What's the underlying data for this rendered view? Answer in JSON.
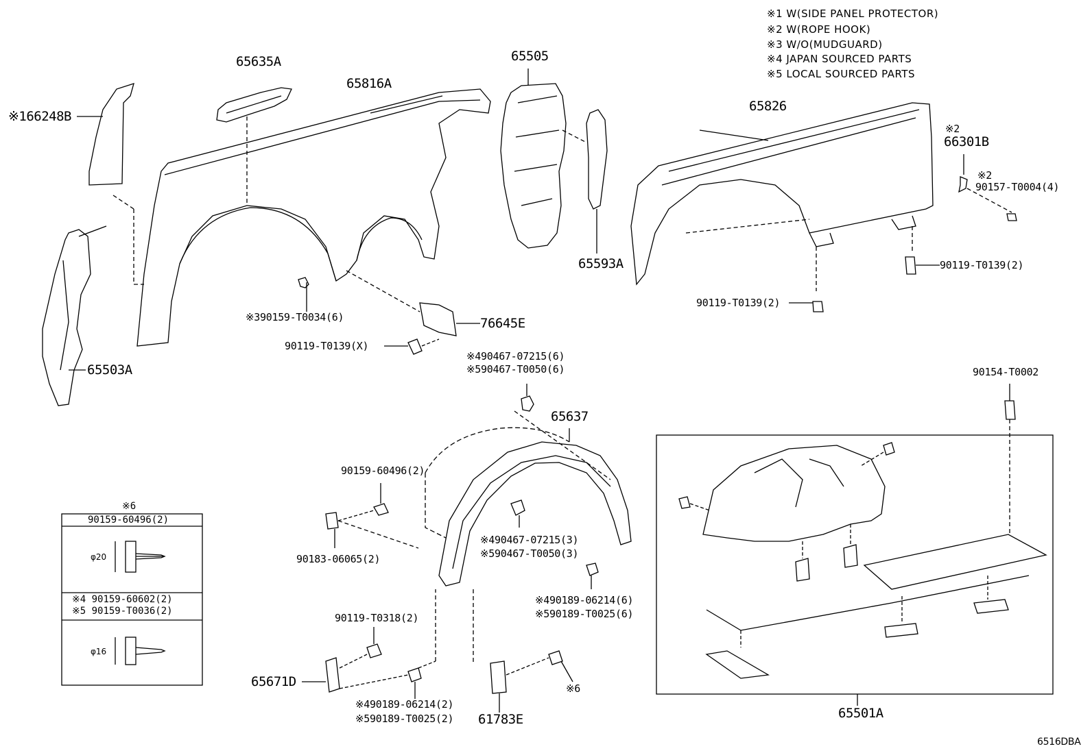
{
  "notes": [
    "※1 W(SIDE PANEL PROTECTOR)",
    "※2 W(ROPE HOOK)",
    "※3 W/O(MUDGUARD)",
    "※4 JAPAN SOURCED PARTS",
    "※5 LOCAL SOURCED PARTS"
  ],
  "labels": {
    "p66248B": "※166248B",
    "p65635A": "65635A",
    "p65816A": "65816A",
    "p65505": "65505",
    "p65826": "65826",
    "p66301B_mark": "※2",
    "p66301B": "66301B",
    "p90157_mark": "※2",
    "p90157": "90157-T0004(4)",
    "p65593A": "65593A",
    "p90119_r": "90119-T0139(2)",
    "p90119_c": "90119-T0139(2)",
    "p90159_T0034": "※390159-T0034(6)",
    "p76645E": "76645E",
    "p90119_x": "90119-T0139(X)",
    "p65503A": "65503A",
    "p90467_a1": "※490467-07215(6)",
    "p90467_a2": "※590467-T0050(6)",
    "p90154": "90154-T0002",
    "p65637": "65637",
    "p90159_60496": "90159-60496(2)",
    "p90467_b1": "※490467-07215(3)",
    "p90467_b2": "※590467-T0050(3)",
    "p90183": "90183-06065(2)",
    "p90189_a1": "※490189-06214(6)",
    "p90189_a2": "※590189-T0025(6)",
    "p90119_T0318": "90119-T0318(2)",
    "p65671D": "65671D",
    "p90189_b1": "※490189-06214(2)",
    "p90189_b2": "※590189-T0025(2)",
    "p61783E": "61783E",
    "p_mark6": "※6",
    "p65501A": "65501A",
    "drawing_code": "6516DBA"
  },
  "legend_box": {
    "mark": "※6",
    "header": "90159-60496(2)",
    "dim1": "φ20",
    "alt1": "※4 90159-60602(2)",
    "alt2": "※5 90159-T0036(2)",
    "dim2": "φ16"
  }
}
